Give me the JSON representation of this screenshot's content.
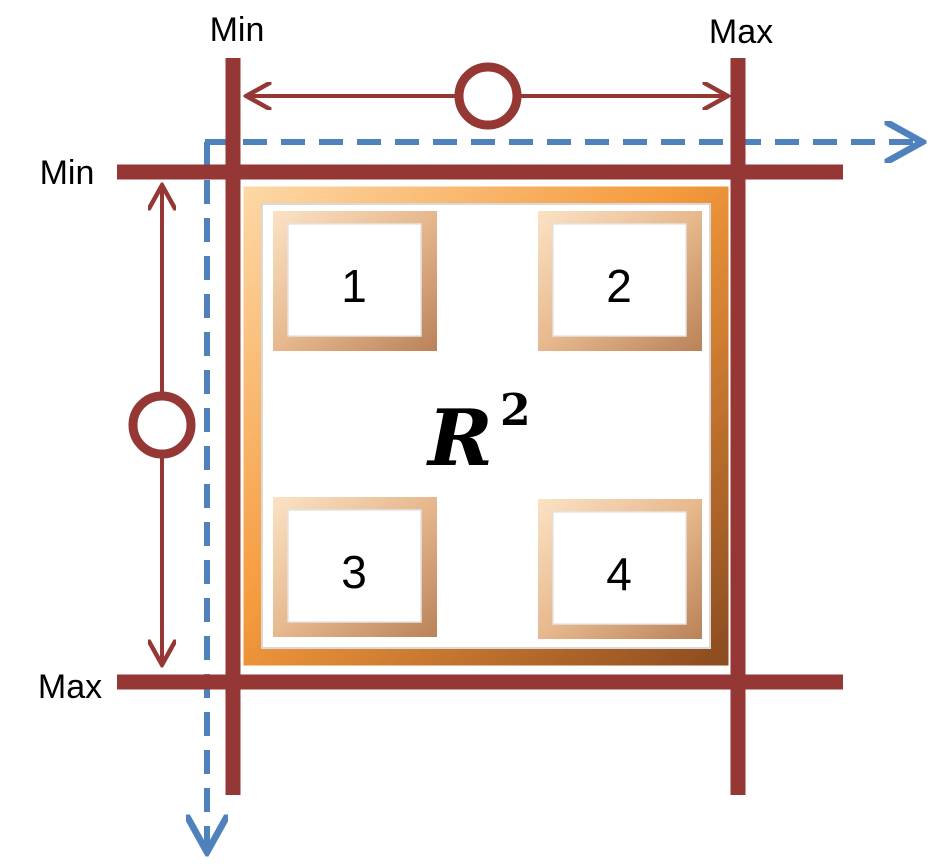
{
  "labels": {
    "top_min": "Min",
    "top_max": "Max",
    "left_min": "Min",
    "left_max": "Max"
  },
  "region": {
    "symbol": "R",
    "exponent": "2"
  },
  "cells": [
    {
      "label": "1"
    },
    {
      "label": "2"
    },
    {
      "label": "3"
    },
    {
      "label": "4"
    }
  ],
  "colors": {
    "boundary": "#953735",
    "scan_axis": "#4F81BD",
    "frame_outer": "#F79646",
    "frame_inner": "#C0504D"
  }
}
